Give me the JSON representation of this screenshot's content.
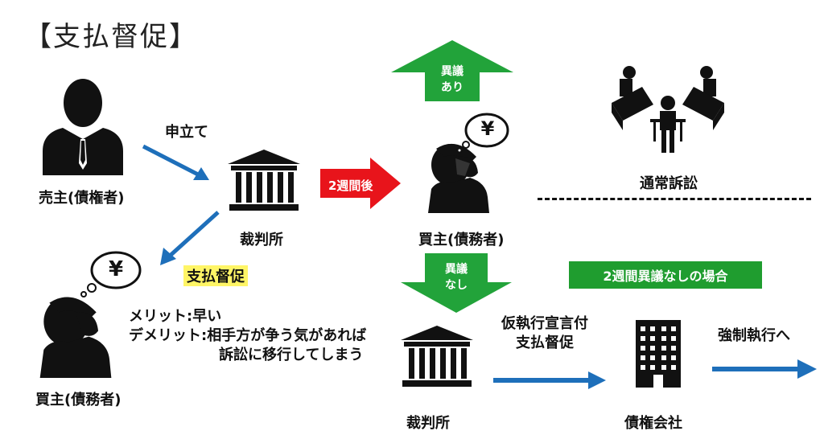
{
  "title": "【支払督促】",
  "labels": {
    "seller": "売主(債権者)",
    "apply": "申立て",
    "court_top": "裁判所",
    "two_weeks_later": "2週間後",
    "buyer_top": "買主(債務者)",
    "objection_yes": [
      "異議",
      "あり"
    ],
    "objection_no": [
      "異議",
      "なし"
    ],
    "normal_lawsuit": "通常訴訟",
    "payment_order": "支払督促",
    "buyer_bottom": "買主(債務者)",
    "merit": "メリット:早い",
    "demerit": "デメリット:相手方が争う気があれば",
    "demerit2": "訴訟に移行してしまう",
    "court_bottom": "裁判所",
    "provisional": [
      "仮執行宣言付",
      "支払督促"
    ],
    "no_objection_2weeks": "2週間異議なしの場合",
    "credit_company": "債権会社",
    "to_enforcement": "強制執行へ",
    "yen": "¥"
  },
  "colors": {
    "arrow_blue": "#1e6fba",
    "arrow_red": "#e8141b",
    "arrow_green": "#22a33a",
    "icon_dark": "#111111",
    "highlight": "#fff566"
  }
}
